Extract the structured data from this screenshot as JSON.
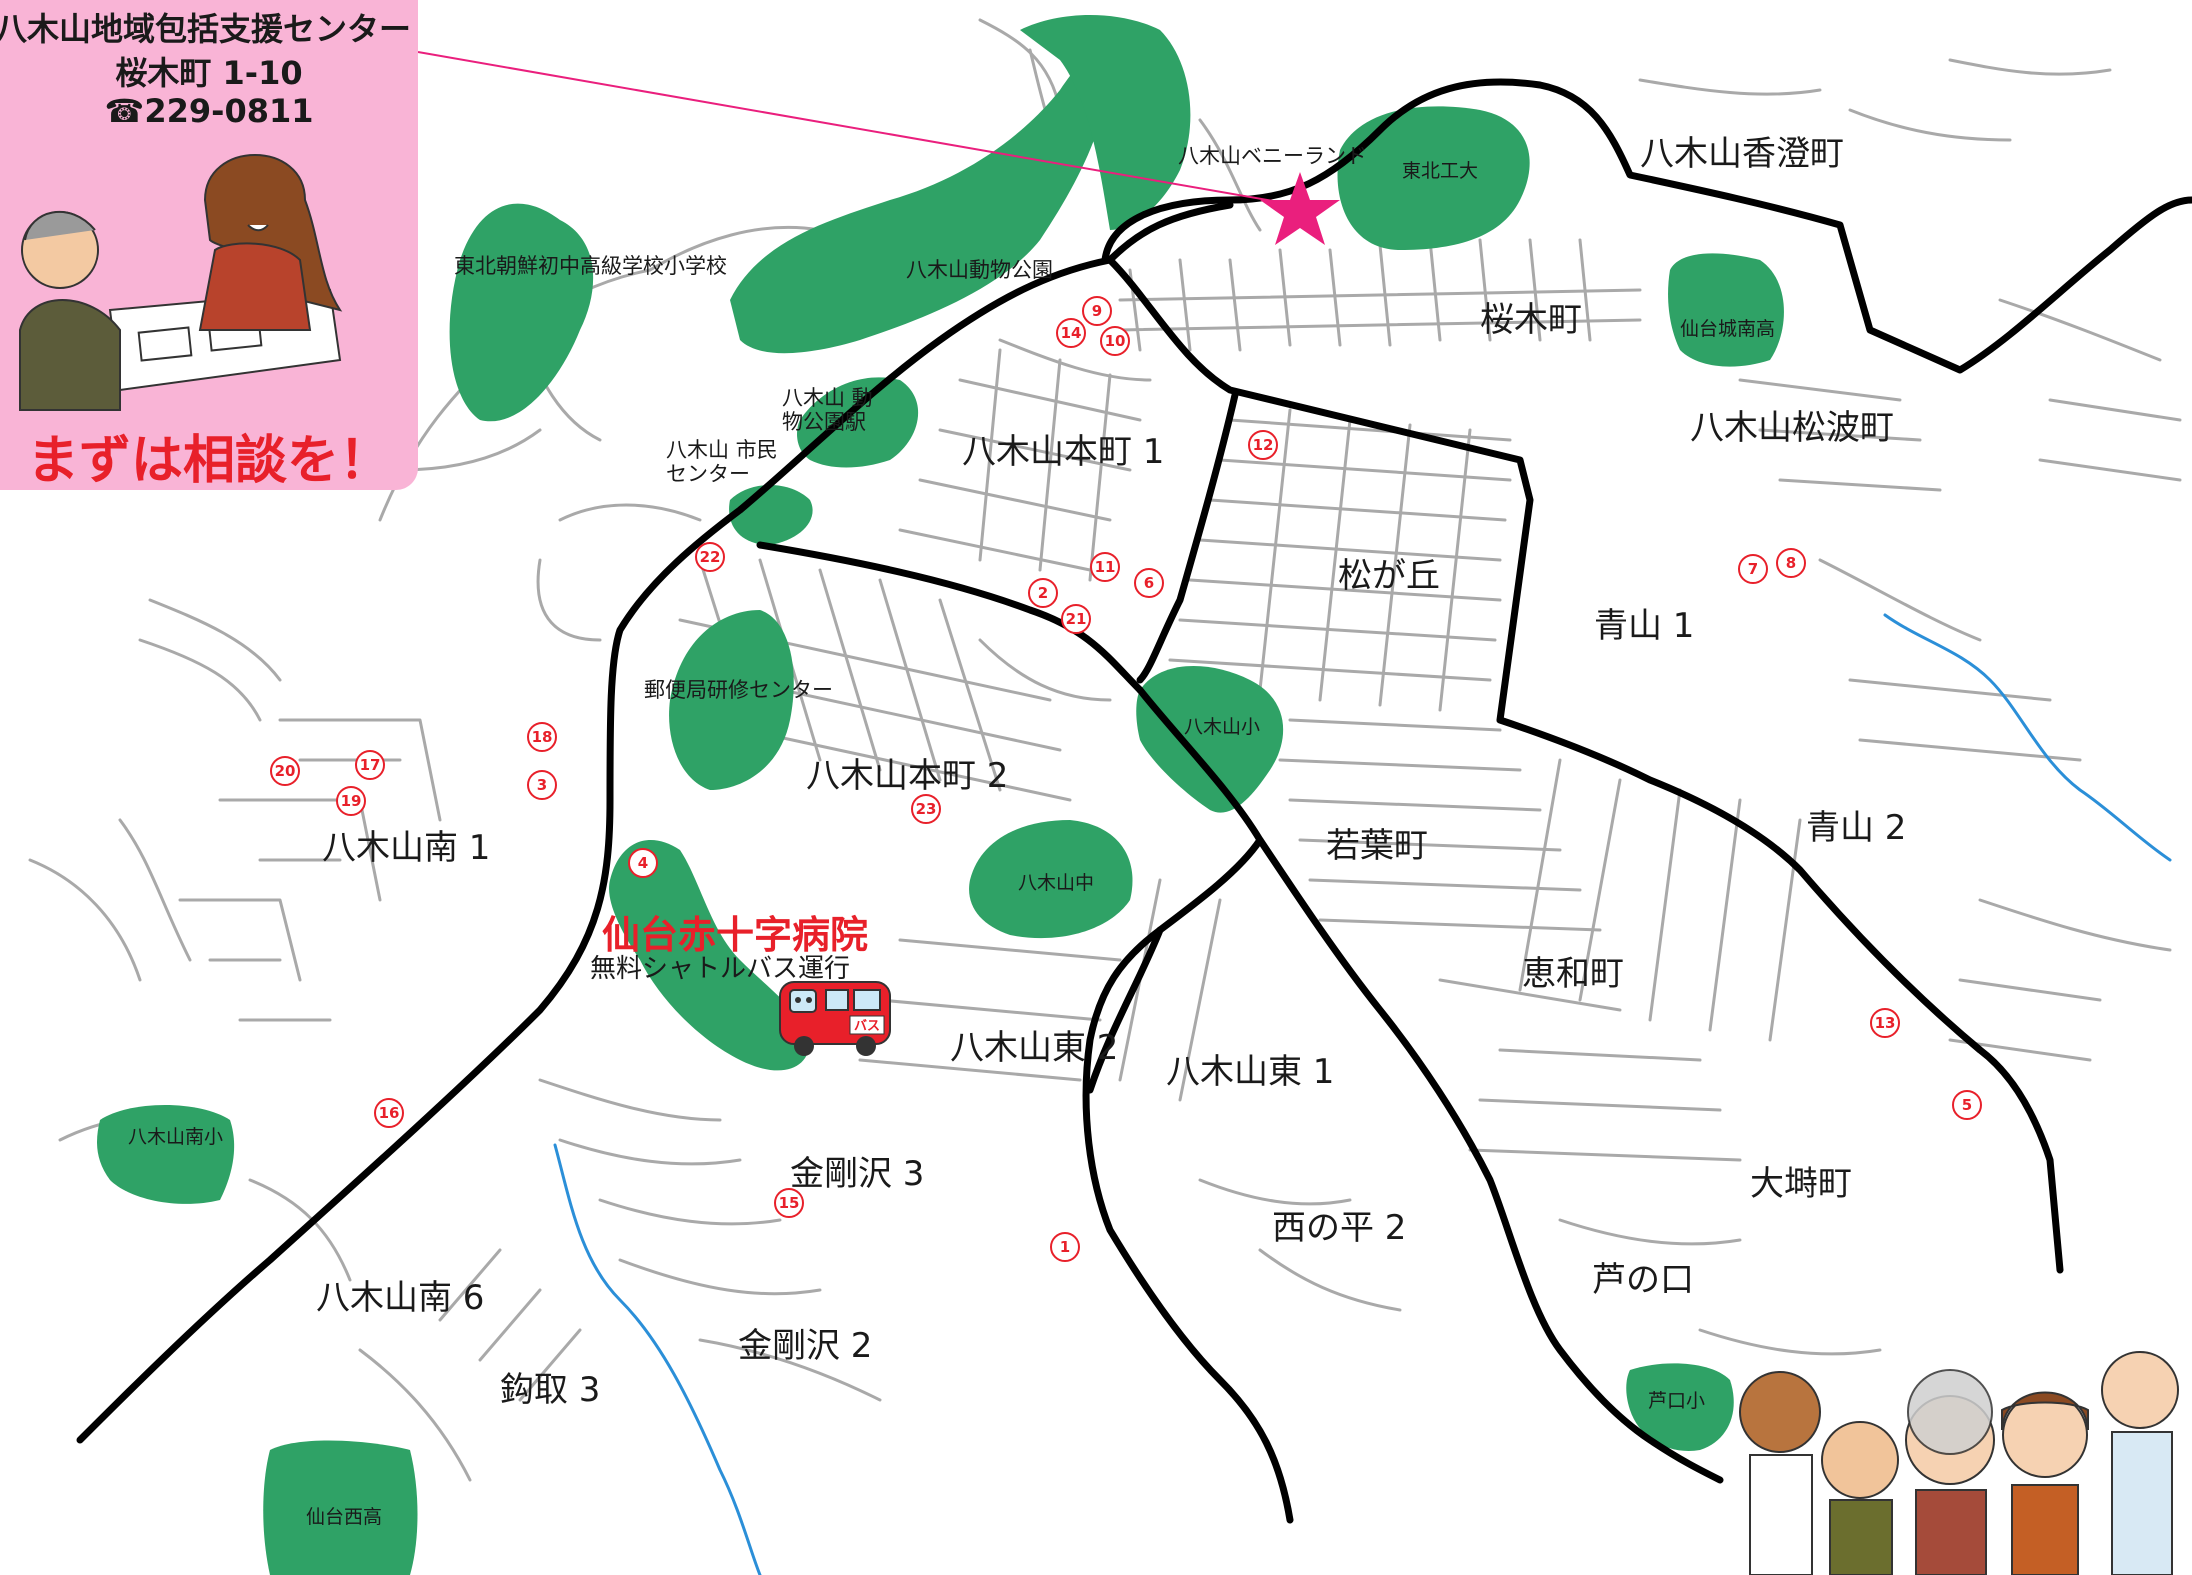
{
  "info": {
    "center_name": "八木山地域包括支援センター",
    "address": "桜木町 1-10",
    "phone": "☎229-0811",
    "slogan": "まずは相談を！"
  },
  "towns": [
    "八木山香澄町",
    "桜木町",
    "八木山松波町",
    "八木山本町 1",
    "松が丘",
    "青山 1",
    "八木山本町 2",
    "若葉町",
    "青山 2",
    "八木山南 1",
    "恵和町",
    "八木山東 2",
    "八木山東 1",
    "金剛沢 3",
    "大塒町",
    "西の平 2",
    "芦の口",
    "八木山南 6",
    "金剛沢 2",
    "鈎取 3"
  ],
  "facilities": [
    "八木山ベニーランド",
    "東北工大",
    "仙台城南高",
    "東北朝鮮初中高級学校小学校",
    "八木山動物公園",
    "八木山 動物公園駅",
    "八木山 市民センター",
    "郵便局研修センター",
    "八木山小",
    "八木山中",
    "八木山南小",
    "芦口小",
    "仙台西高"
  ],
  "hospital": {
    "name": "仙台赤十字病院",
    "shuttle": "無料シャトルバス運行",
    "bus_label": "バス"
  },
  "markers": [
    "1",
    "2",
    "3",
    "4",
    "5",
    "6",
    "7",
    "8",
    "9",
    "10",
    "11",
    "12",
    "13",
    "14",
    "15",
    "16",
    "17",
    "18",
    "19",
    "20",
    "21",
    "22",
    "23"
  ],
  "colors": {
    "green": "#2fa266",
    "road": "#000000",
    "street": "#a9a9a9",
    "accent": "#e8202a",
    "star": "#ea1f7d",
    "info_bg": "#f9b4d6",
    "river": "#2b8fd8"
  }
}
